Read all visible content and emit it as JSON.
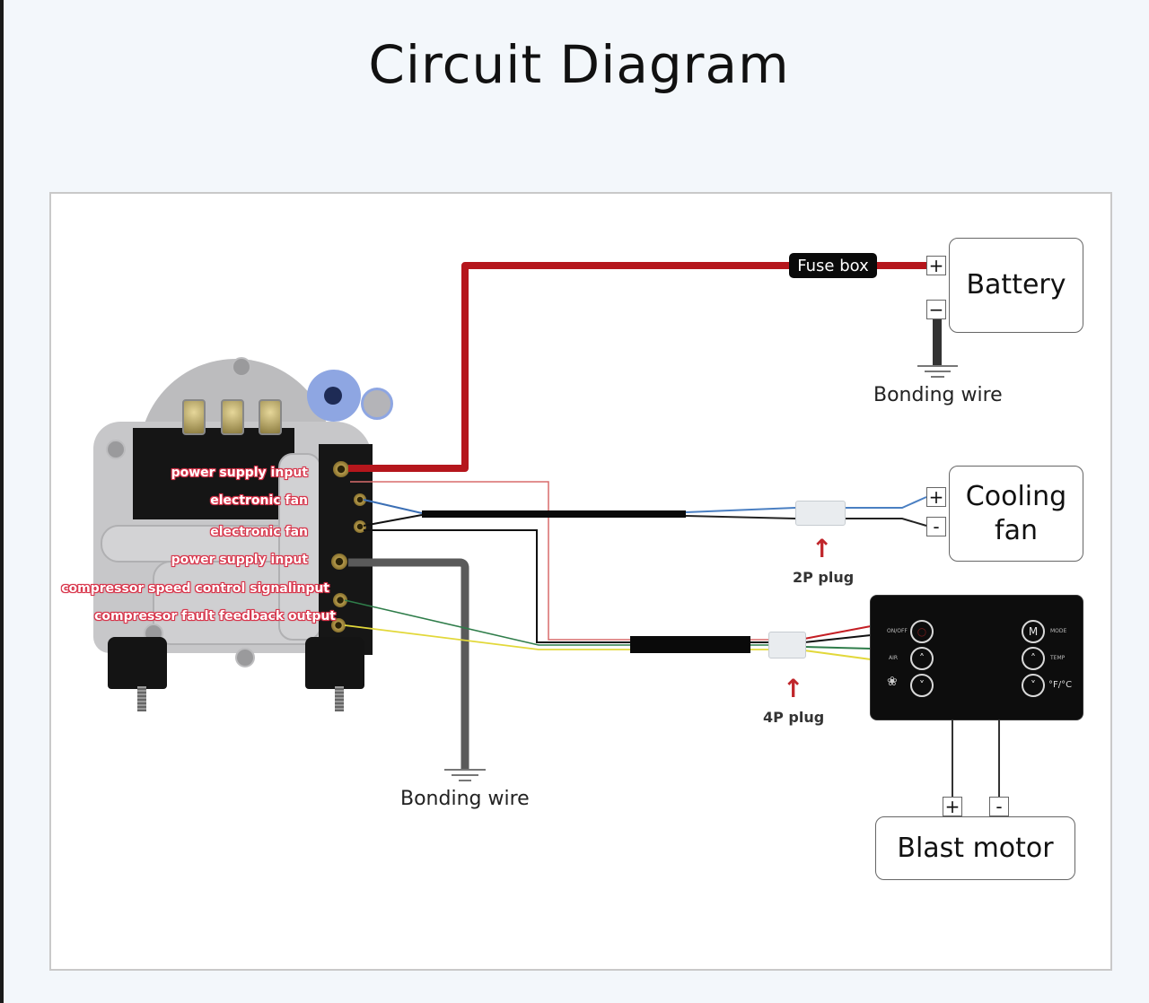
{
  "title": "Circuit Diagram",
  "fuse_box": {
    "label": "Fuse box"
  },
  "battery": {
    "label": "Battery",
    "positive_terminal": "+",
    "negative_terminal": "−"
  },
  "battery_ground": {
    "label": "Bonding wire",
    "icon": "ground-icon"
  },
  "cooling_fan": {
    "label_line1": "Cooling",
    "label_line2": "fan",
    "positive_terminal": "+",
    "negative_terminal": "-"
  },
  "plugs": [
    {
      "label": "2P plug",
      "arrow": "↑"
    },
    {
      "label": "4P plug",
      "arrow": "↑"
    }
  ],
  "blast_motor": {
    "label": "Blast motor",
    "positive_terminal": "+",
    "negative_terminal": "-"
  },
  "compressor_ground": {
    "label": "Bonding wire",
    "icon": "ground-icon"
  },
  "compressor_pins": [
    {
      "label": "power supply  input",
      "wire_color": "#c41e24"
    },
    {
      "label": "electronic fan",
      "wire_color": "#3b6fb5"
    },
    {
      "label": "electronic fan",
      "wire_color": "#111111"
    },
    {
      "label": "power supply input",
      "wire_color": "#555555"
    },
    {
      "label": "compressor speed control signalinput",
      "wire_color": "#2f7d4a"
    },
    {
      "label": "compressor fault feedback output",
      "wire_color": "#e2d83a"
    }
  ],
  "control_panel": {
    "buttons": [
      {
        "label": "ON/OFF",
        "icon": "power-icon",
        "glyph": "○"
      },
      {
        "label": "AIR",
        "icon": "chevron-up-icon",
        "glyph": "˄"
      },
      {
        "label": "",
        "icon": "fan-icon",
        "glyph": "❀"
      },
      {
        "label": "MODE",
        "icon": "mode-icon",
        "glyph": "M"
      },
      {
        "label": "TEMP",
        "icon": "chevron-up-icon",
        "glyph": "˄"
      },
      {
        "label": "℉/℃",
        "icon": "chevron-down-icon",
        "glyph": "˅"
      }
    ],
    "fan_down_glyph": "˅",
    "unit_label": "°F/°C"
  },
  "colors": {
    "power_wire": "#c41e24",
    "ground_wire": "#555555",
    "fan_wire_blue": "#3b6fb5",
    "signal_green": "#2f7d4a",
    "signal_yellow": "#e2d83a",
    "plug_arrow": "#c0262b",
    "pin_label": "#d8344a"
  }
}
